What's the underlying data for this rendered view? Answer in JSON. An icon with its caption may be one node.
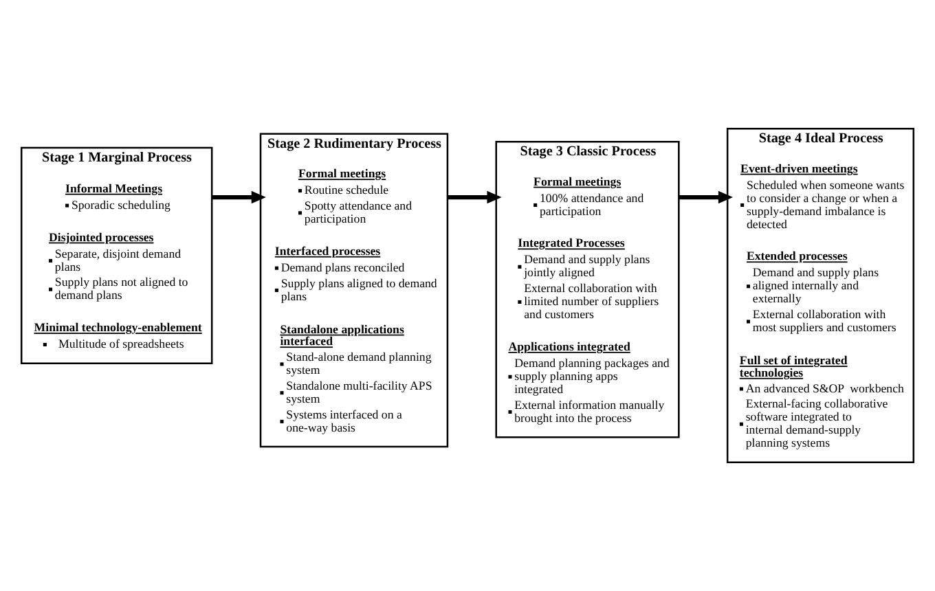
{
  "diagram": {
    "nodes": [
      {
        "text": [
          "Stage 1 Marginal Process"
        ]
      },
      {
        "text": [
          "Informal Meetings",
          "Sporadic scheduling"
        ],
        "in": 0
      },
      {
        "text": [
          "Disjointed processes",
          "Separate, disjoint demand plans",
          "Supply plans not aligned to demand plans"
        ],
        "in": 0
      },
      {
        "text": [
          "Minimal technology-enablement",
          "Multitude of spreadsheets"
        ],
        "in": 0
      },
      {
        "text": [
          "Stage 2 Rudimentary Process"
        ]
      },
      {
        "text": [
          "Formal meetings",
          "Routine schedule",
          "Spotty attendance and participation"
        ],
        "in": 4
      },
      {
        "text": [
          "Interfaced processes",
          "Demand plans reconciled",
          "Supply plans aligned to demand plans"
        ],
        "in": 4
      },
      {
        "text": [
          "Standalone applications interfaced",
          "Stand-alone demand planning system",
          "Standalone multi-facility APS system",
          "Systems interfaced on a one-way basis"
        ],
        "in": 4
      },
      {
        "text": [
          "Stage 3 Classic Process"
        ]
      },
      {
        "text": [
          "Formal meetings",
          "100% attendance and participation"
        ],
        "in": 8
      },
      {
        "text": [
          "Integrated Processes",
          "Demand and supply plans jointly aligned",
          "External collaboration with  limited number of suppliers and customers"
        ],
        "in": 8
      },
      {
        "text": [
          "Applications integrated",
          "Demand planning packages and supply planning apps integrated",
          "External information manually brought into the process"
        ],
        "in": 8
      },
      {
        "text": [
          "Stage 4 Ideal Process"
        ]
      },
      {
        "text": [
          "Event-driven meetings",
          "Scheduled when someone wants to consider a change or when a supply-demand imbalance is detected"
        ],
        "in": 12
      },
      {
        "text": [
          "Extended processes",
          "Demand and supply plans aligned internally and externally",
          "External collaboration with most suppliers and customers"
        ],
        "in": 12
      },
      {
        "text": [
          "Full set of integrated technologies",
          "An advanced S&OP  workbench",
          "External-facing collaborative software integrated to internal demand-supply planning systems"
        ],
        "in": 12
      }
    ],
    "edges": [
      {
        "from": 0,
        "to": 4,
        "arrow": "to"
      },
      {
        "from": 4,
        "to": 8,
        "arrow": "to"
      },
      {
        "from": 8,
        "to": 12,
        "arrow": "to"
      }
    ]
  }
}
